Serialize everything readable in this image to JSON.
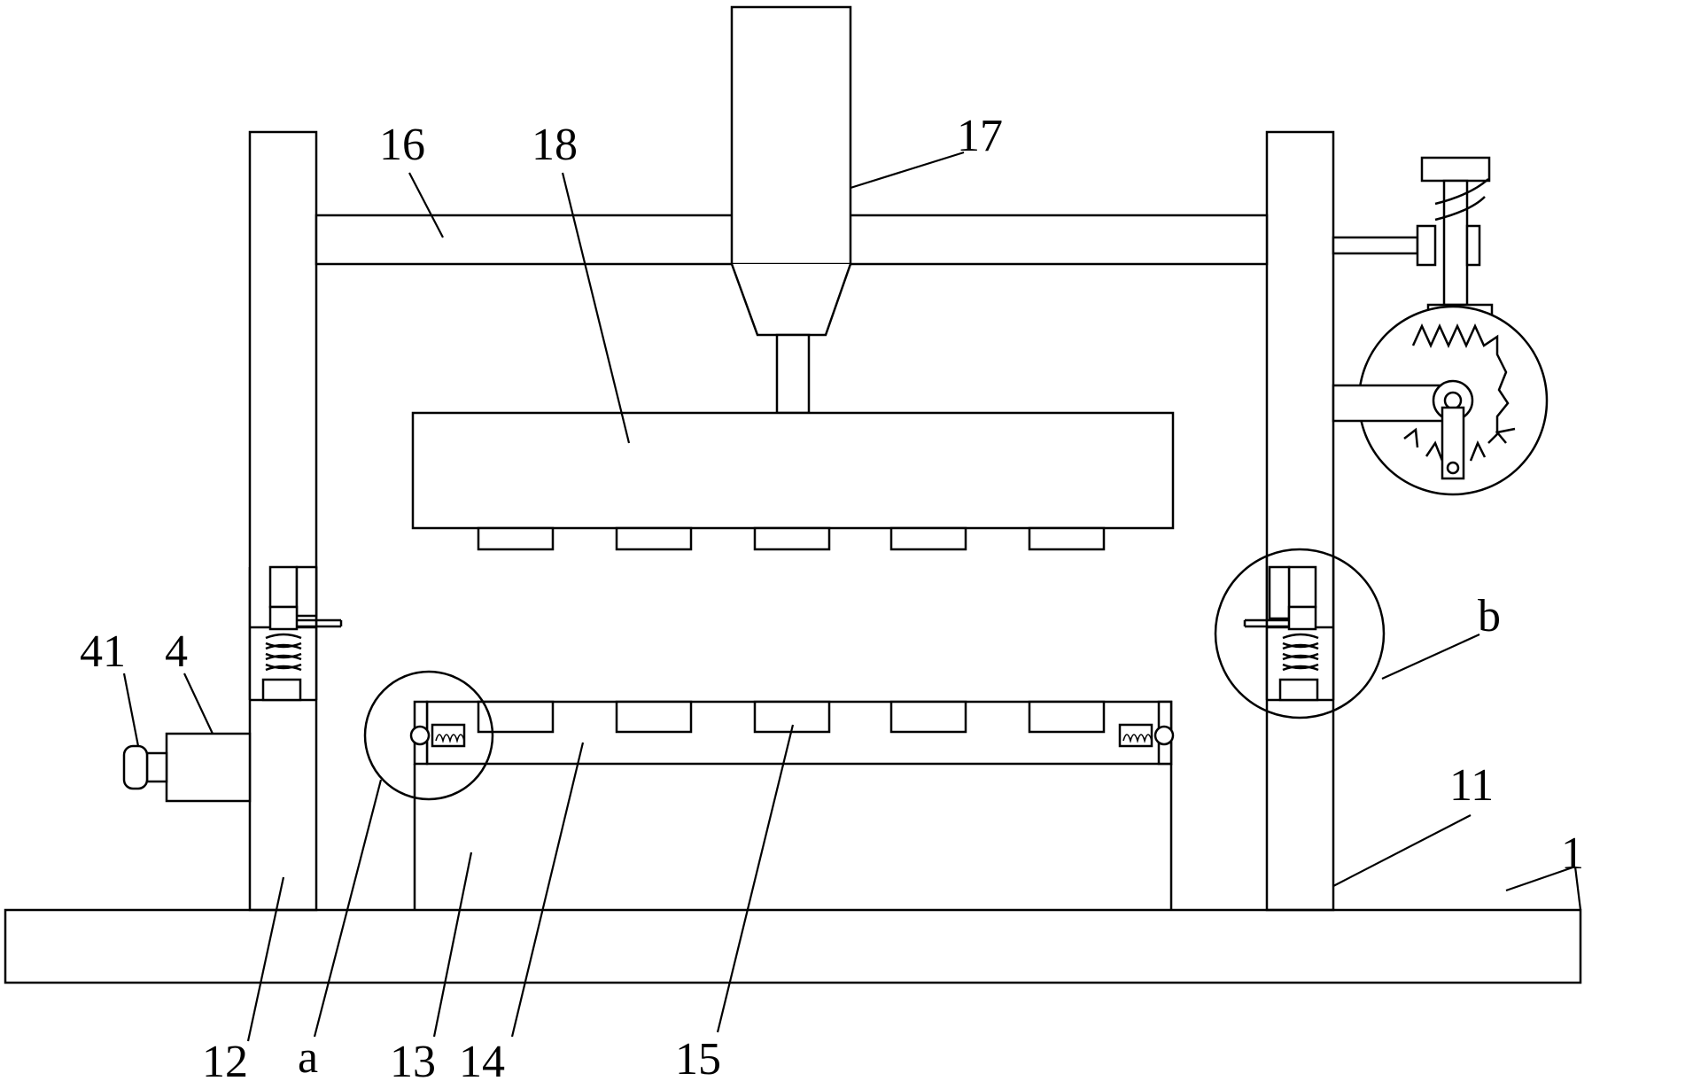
{
  "labels": {
    "l16": "16",
    "l18": "18",
    "l17": "17",
    "l41": "41",
    "l4": "4",
    "lb": "b",
    "l11": "11",
    "l1": "1",
    "l12": "12",
    "la": "a",
    "l13": "13",
    "l14": "14",
    "l15": "15"
  }
}
